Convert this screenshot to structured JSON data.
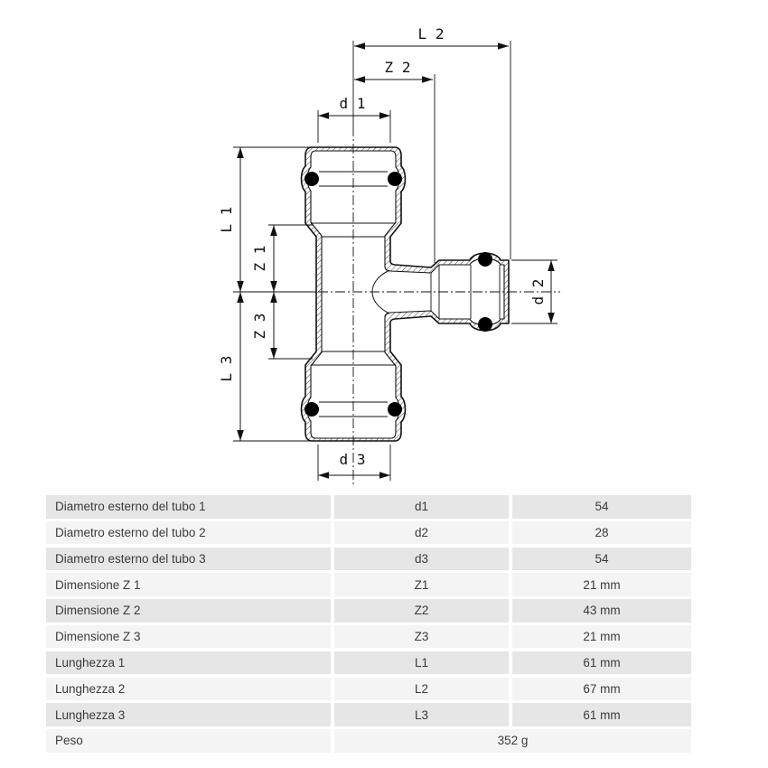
{
  "drawing": {
    "labels": {
      "l2": "L 2",
      "z2": "Z 2",
      "d1": "d 1",
      "l1": "L 1",
      "z1": "Z 1",
      "z3": "Z 3",
      "l3": "L 3",
      "d2": "d 2",
      "d3": "d 3"
    },
    "colors": {
      "line": "#111111",
      "oring": "#000000"
    }
  },
  "table": {
    "rows": [
      {
        "label": "Diametro esterno del tubo 1",
        "symbol": "d1",
        "value": "54"
      },
      {
        "label": "Diametro esterno del tubo 2",
        "symbol": "d2",
        "value": "28"
      },
      {
        "label": "Diametro esterno del tubo 3",
        "symbol": "d3",
        "value": "54"
      },
      {
        "label": "Dimensione Z 1",
        "symbol": "Z1",
        "value": "21 mm"
      },
      {
        "label": "Dimensione Z 2",
        "symbol": "Z2",
        "value": "43 mm"
      },
      {
        "label": "Dimensione Z 3",
        "symbol": "Z3",
        "value": "21 mm"
      },
      {
        "label": "Lunghezza 1",
        "symbol": "L1",
        "value": "61 mm"
      },
      {
        "label": "Lunghezza 2",
        "symbol": "L2",
        "value": "67 mm"
      },
      {
        "label": "Lunghezza 3",
        "symbol": "L3",
        "value": "61 mm"
      }
    ],
    "footer": {
      "label": "Peso",
      "value": "352 g"
    },
    "colors": {
      "row_odd": "#e6e6e6",
      "row_even": "#f4f4f4"
    }
  }
}
